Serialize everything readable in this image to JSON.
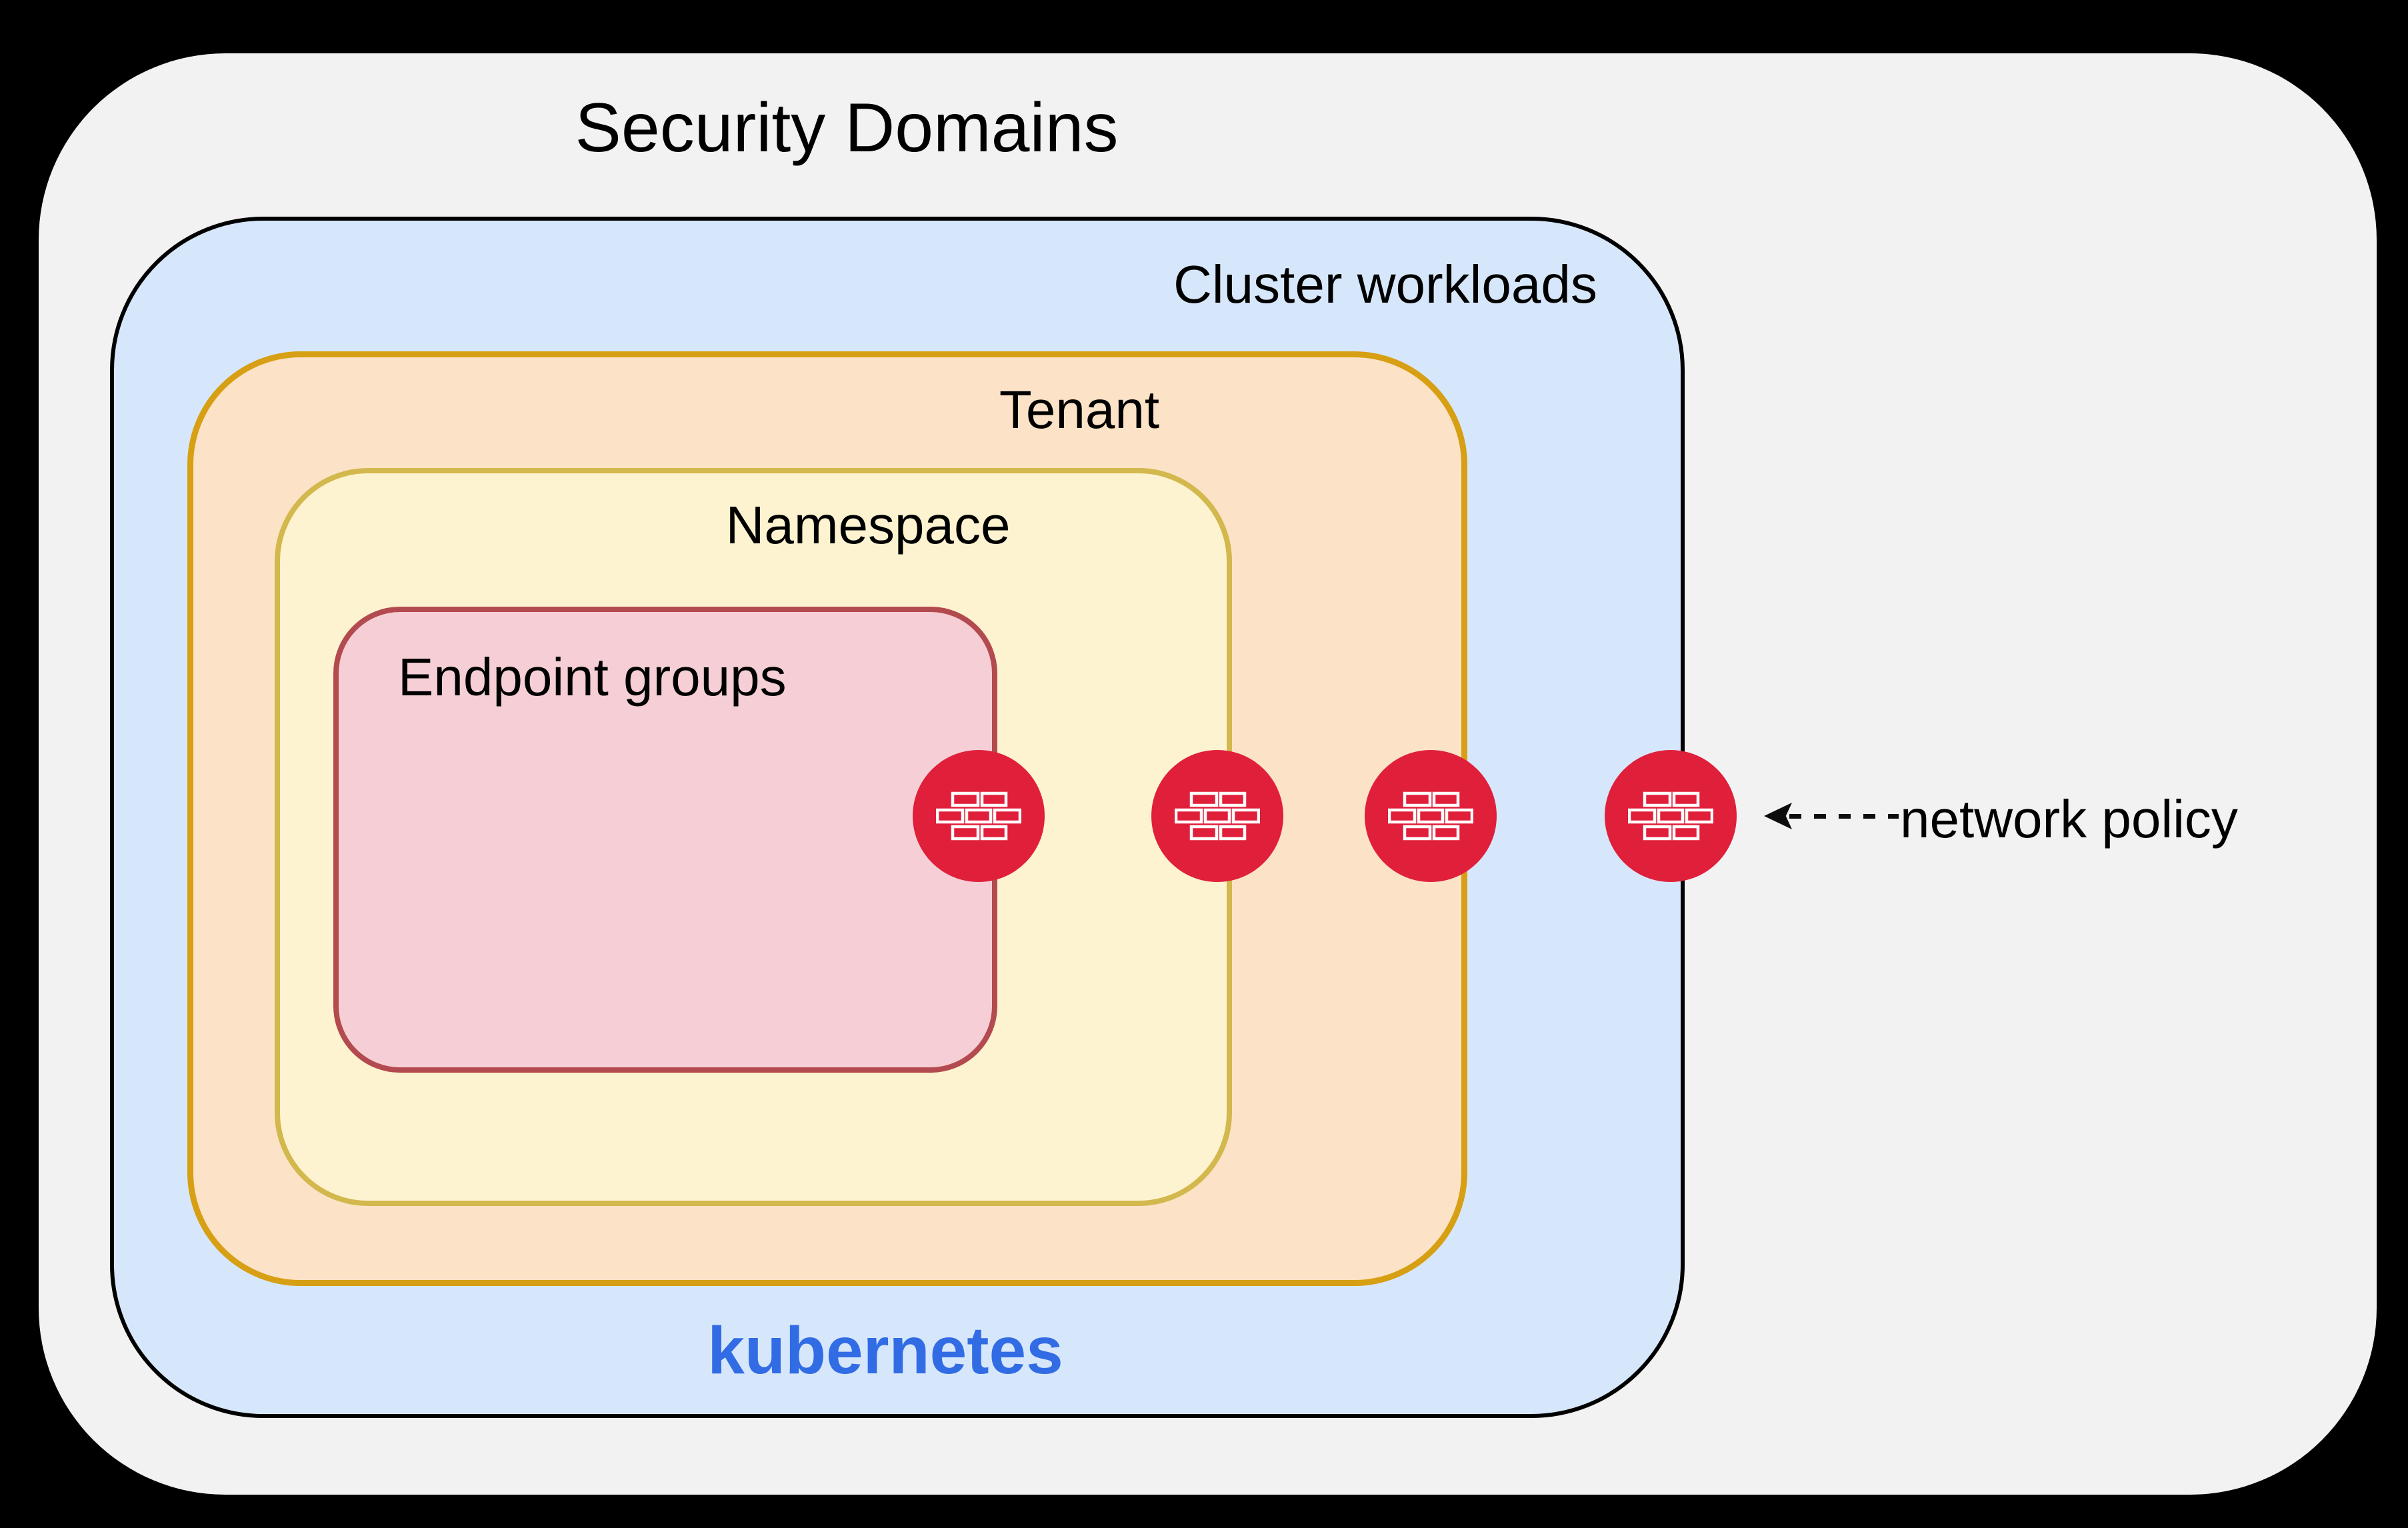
{
  "diagram": {
    "title": "Security Domains",
    "boxes": {
      "cluster": {
        "label": "Cluster workloads"
      },
      "tenant": {
        "label": "Tenant"
      },
      "namespace": {
        "label": "Namespace"
      },
      "endpoint_groups": {
        "label": "Endpoint groups"
      }
    },
    "platform_label": "kubernetes",
    "annotation": {
      "label": "network policy",
      "icon": "firewall",
      "marker_count": 4
    },
    "colors": {
      "page_bg": "#000000",
      "canvas_fill": "#f2f2f3",
      "cluster_fill": "#d7e7fb",
      "cluster_border": "#000000",
      "tenant_fill": "#fce3c7",
      "tenant_border": "#d79f13",
      "namespace_fill": "#fdf3d0",
      "namespace_border": "#d2b84d",
      "endpoint_fill": "#f5cfd5",
      "endpoint_border": "#b34a4f",
      "firewall_red": "#e01f3b",
      "icon_stroke": "#ffffff",
      "kubernetes_blue": "#326ce5",
      "text_color": "#000000"
    }
  }
}
